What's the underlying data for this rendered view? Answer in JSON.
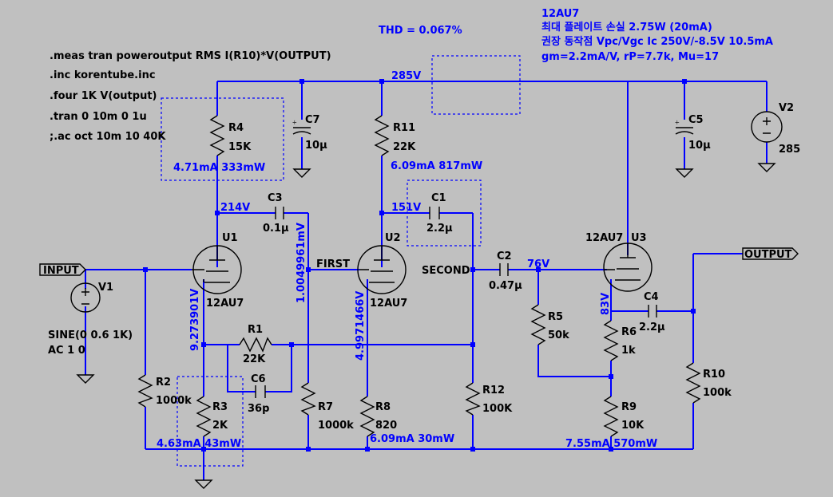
{
  "directives": {
    "meas": ".meas tran poweroutput RMS I(R10)*V(OUTPUT)",
    "inc": ".inc korentube.inc",
    "four": ".four 1K V(output)",
    "tran": ".tran 0 10m 0 1u",
    "ac": ";.ac oct 10m 10 40K"
  },
  "thd": "THD = 0.067%",
  "tube_info": {
    "name": "12AU7",
    "line1": "최대 플레이트 손실 2.75W (20mA)",
    "line2": "권장 동작점 Vpc/Vgc Ic 250V/-8.5V 10.5mA",
    "line3": "gm=2.2mA/V, rP=7.7k, Mu=17"
  },
  "nodes": {
    "b_plus": "285V",
    "u1_plate": "214V",
    "u2_plate": "151V",
    "u3_grid": "76V",
    "u3_cathode": "83V",
    "first": "FIRST",
    "second": "SECOND",
    "u1_cathode": "9.273901V",
    "c3_right": "1.0049961mV",
    "u2_cathode": "4.9971466V"
  },
  "ports": {
    "input": "INPUT",
    "output": "OUTPUT"
  },
  "components": {
    "r1": {
      "ref": "R1",
      "value": "22K"
    },
    "r2": {
      "ref": "R2",
      "value": "1000k"
    },
    "r3": {
      "ref": "R3",
      "value": "2K",
      "annotation": "4.63mA 43mW"
    },
    "r4": {
      "ref": "R4",
      "value": "15K",
      "annotation": "4.71mA 333mW"
    },
    "r5": {
      "ref": "R5",
      "value": "50k"
    },
    "r6": {
      "ref": "R6",
      "value": "1k"
    },
    "r7": {
      "ref": "R7",
      "value": "1000k"
    },
    "r8": {
      "ref": "R8",
      "value": "820",
      "annotation": "6.09mA 30mW"
    },
    "r9": {
      "ref": "R9",
      "value": "10K",
      "annotation": "7.55mA 570mW"
    },
    "r10": {
      "ref": "R10",
      "value": "100k"
    },
    "r11": {
      "ref": "R11",
      "value": "22K",
      "annotation": "6.09mA 817mW"
    },
    "r12": {
      "ref": "R12",
      "value": "100K"
    },
    "c1": {
      "ref": "C1",
      "value": "2.2µ"
    },
    "c2": {
      "ref": "C2",
      "value": "0.47µ"
    },
    "c3": {
      "ref": "C3",
      "value": "0.1µ"
    },
    "c4": {
      "ref": "C4",
      "value": "2.2µ"
    },
    "c5": {
      "ref": "C5",
      "value": "10µ"
    },
    "c6": {
      "ref": "C6",
      "value": "36p"
    },
    "c7": {
      "ref": "C7",
      "value": "10µ"
    },
    "u1": {
      "ref": "U1",
      "model": "12AU7"
    },
    "u2": {
      "ref": "U2",
      "model": "12AU7"
    },
    "u3": {
      "ref": "U3",
      "model": "12AU7"
    },
    "v1": {
      "ref": "V1",
      "value": "SINE(0 0.6 1K)",
      "value2": "AC 1 0"
    },
    "v2": {
      "ref": "V2",
      "value": "285"
    }
  },
  "colors": {
    "background": "#c0c0c0",
    "wire": "#0000ff",
    "component": "#000000",
    "label_blue": "#0000ff"
  }
}
